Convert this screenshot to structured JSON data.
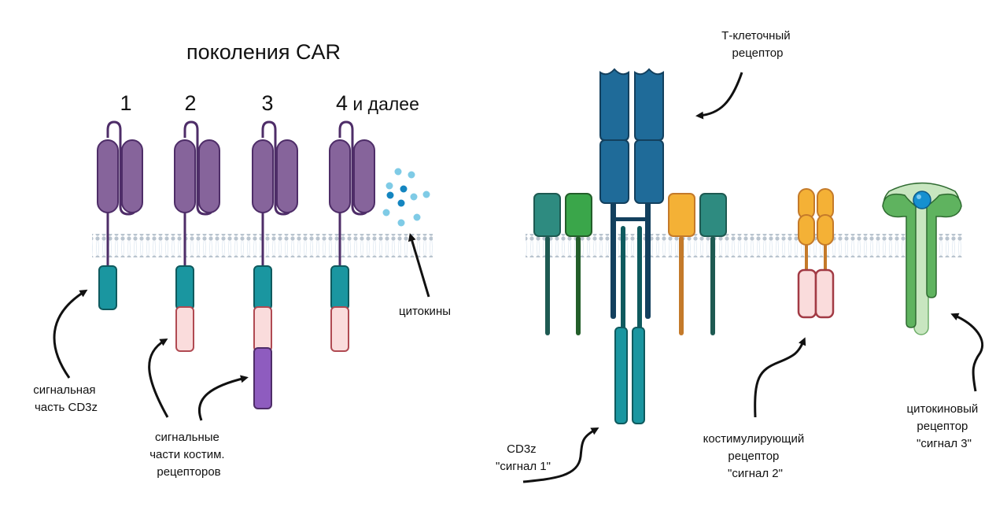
{
  "left_panel": {
    "title": "поколения CAR",
    "generations": [
      {
        "number": "1",
        "suffix": ""
      },
      {
        "number": "2",
        "suffix": ""
      },
      {
        "number": "3",
        "suffix": ""
      },
      {
        "number": "4",
        "suffix": " и далее"
      }
    ],
    "labels": {
      "cd3z_signal_part": [
        "сигнальная",
        "часть CD3z"
      ],
      "costim_signal_parts": [
        "сигнальные",
        "части костим.",
        "рецепторов"
      ],
      "cytokines": "цитокины"
    }
  },
  "right_panel": {
    "labels": {
      "tcr": [
        "Т-клеточный",
        "рецептор"
      ],
      "cd3z_signal1": [
        "CD3z",
        "\"сигнал 1\""
      ],
      "costim_receptor": [
        "костимулирующий",
        "рецептор",
        "\"сигнал 2\""
      ],
      "cytokine_receptor": [
        "цитокиновый",
        "рецептор",
        "\"сигнал 3\""
      ]
    }
  },
  "colors": {
    "car_purple": "#86649b",
    "car_purple_stroke": "#4e2d68",
    "cd3z_teal": "#1a96a0",
    "cd3z_teal_stroke": "#0f5a5e",
    "costim_pink": "#fadcdc",
    "costim_pink_stroke": "#b04a52",
    "costim_violet": "#8e5cbf",
    "tcr_blue": "#1f6b99",
    "tcr_stroke": "#13405e",
    "membrane": "#b9c4cf",
    "cytokine_light": "#7fcbe6",
    "cytokine_dark": "#1485c0",
    "receptor_teal": "#2e8b80",
    "receptor_green": "#3aa64a",
    "receptor_orange": "#f4b136",
    "cytokine_receptor_green": "#69b86a"
  }
}
